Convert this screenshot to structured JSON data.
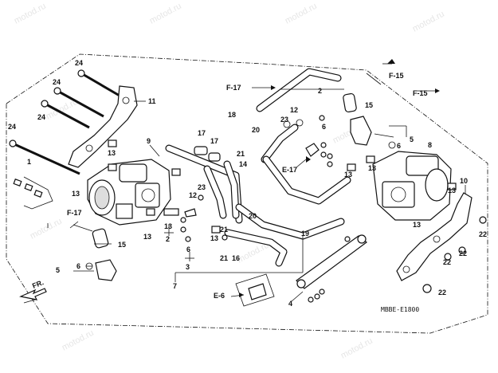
{
  "diagram": {
    "code": "MBBE-E1800",
    "watermark": "motod.ru",
    "direction_label": "FR.",
    "references": {
      "f17_top": "F-17",
      "f15_top": "F-15",
      "f15_right": "F-15",
      "f17_left": "F-17",
      "e17": "E-17",
      "e6": "E-6"
    },
    "callouts": {
      "p1": "1",
      "p2a": "2",
      "p2b": "2",
      "p3": "3",
      "p4": "4",
      "p5a": "5",
      "p5b": "5",
      "p6a": "6",
      "p6b": "6",
      "p6c": "6",
      "p6d": "6",
      "p7": "7",
      "p8": "8",
      "p9": "9",
      "p10": "10",
      "p11": "11",
      "p12a": "12",
      "p12b": "12",
      "p13a": "13",
      "p13b": "13",
      "p13c": "13",
      "p13d": "13",
      "p13e": "13",
      "p13f": "13",
      "p13g": "13",
      "p13h": "13",
      "p13i": "13",
      "p14": "14",
      "p15a": "15",
      "p15b": "15",
      "p16": "16",
      "p17a": "17",
      "p17b": "17",
      "p18": "18",
      "p19": "19",
      "p20a": "20",
      "p20b": "20",
      "p21a": "21",
      "p21b": "21",
      "p21c": "21",
      "p22a": "22",
      "p22b": "22",
      "p22c": "22",
      "p22d": "22",
      "p23a": "23",
      "p23b": "23",
      "p24a": "24",
      "p24b": "24",
      "p24c": "24",
      "p24d": "24"
    }
  }
}
